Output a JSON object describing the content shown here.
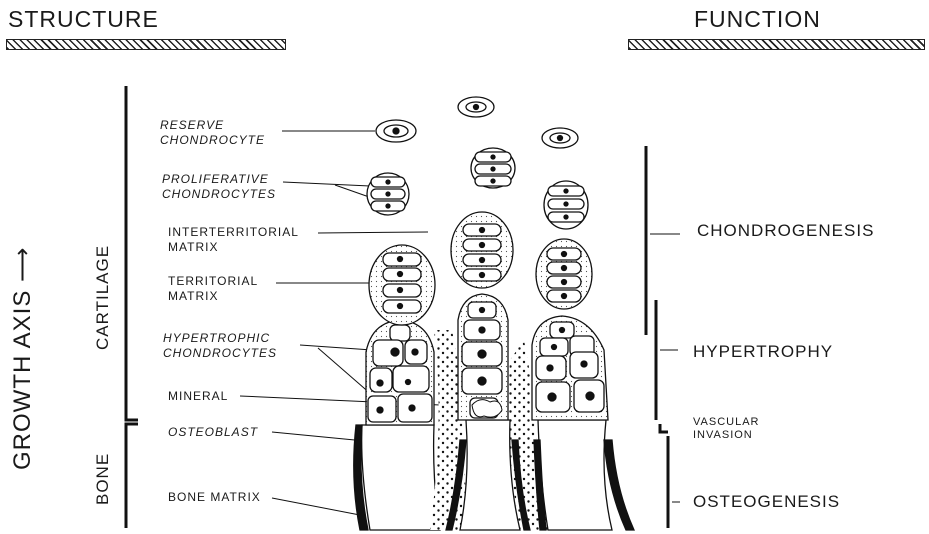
{
  "headers": {
    "structure": "STRUCTURE",
    "function": "FUNCTION"
  },
  "axis": {
    "growth": "GROWTH AXIS",
    "arrow": "⟶"
  },
  "regions": {
    "cartilage": "CARTILAGE",
    "bone": "BONE"
  },
  "structure_labels": {
    "reserve": "RESERVE\nCHONDROCYTE",
    "proliferative": "PROLIFERATIVE\nCHONDROCYTES",
    "interterritorial": "INTERTERRITORIAL\nMATRIX",
    "territorial": "TERRITORIAL\nMATRIX",
    "hypertrophic": "HYPERTROPHIC\nCHONDROCYTES",
    "mineral": "MINERAL",
    "osteoblast": "OSTEOBLAST",
    "bone_matrix": "BONE MATRIX"
  },
  "function_labels": {
    "chondrogenesis": "CHONDROGENESIS",
    "hypertrophy": "HYPERTROPHY",
    "vascular": "VASCULAR\nINVASION",
    "osteogenesis": "OSTEOGENESIS"
  }
}
